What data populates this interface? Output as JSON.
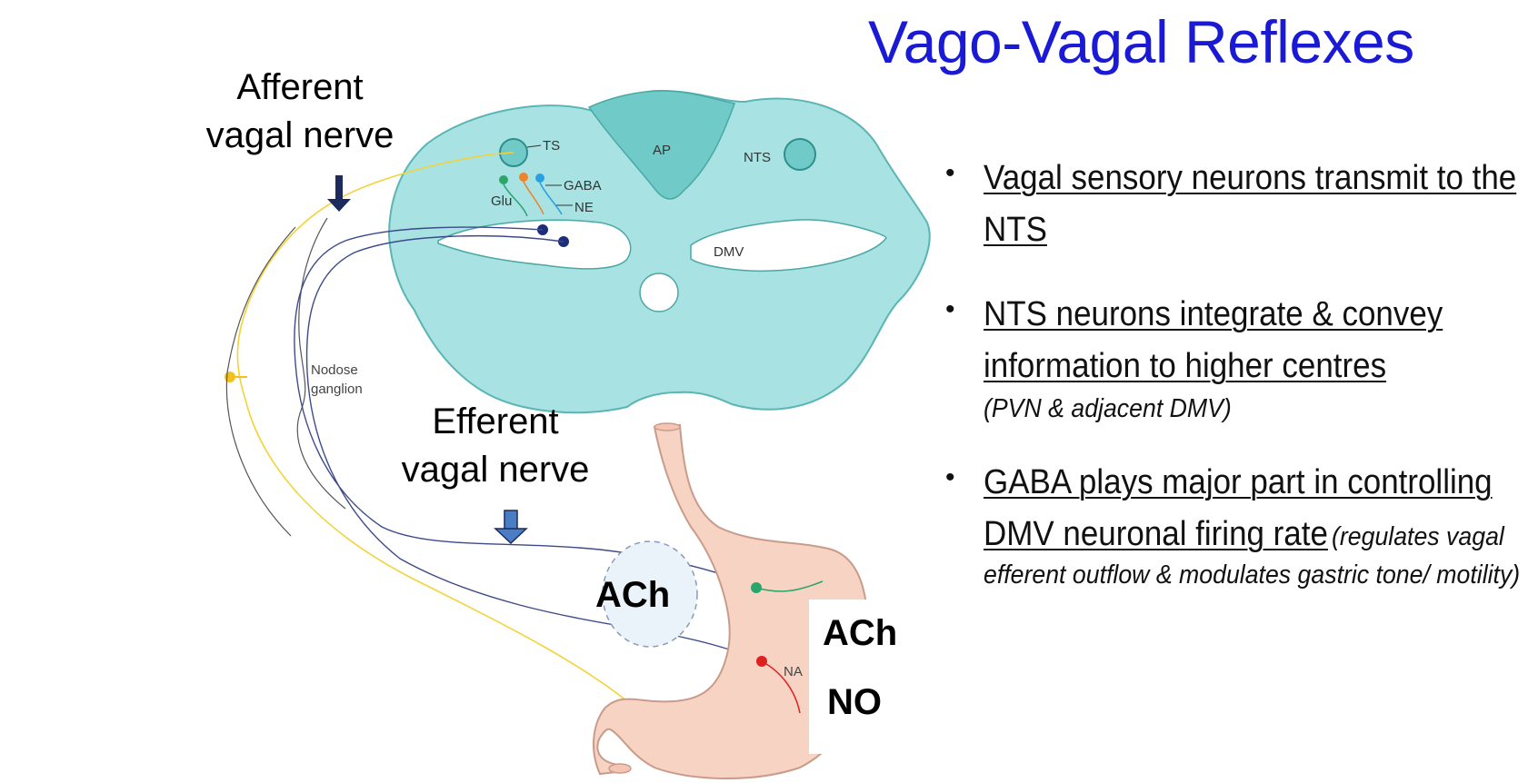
{
  "slide": {
    "title": "Vago-Vagal Reflexes",
    "labels": {
      "afferent_line1": "Afferent",
      "afferent_line2": "vagal nerve",
      "efferent_line1": "Efferent",
      "efferent_line2": "vagal nerve",
      "ach_left": "ACh",
      "ach_right": "ACh",
      "no": "NO"
    },
    "bullets": [
      {
        "text": "Vagal sensory neurons transmit to the NTS",
        "note": ""
      },
      {
        "text": "NTS neurons integrate & convey information to higher centres",
        "note": "(PVN & adjacent DMV)"
      },
      {
        "text": "GABA plays major part in controlling DMV neuronal firing rate",
        "note": "(regulates vagal efferent outflow & modulates gastric tone/ motility)"
      }
    ]
  },
  "diagram": {
    "labels": {
      "ts": "TS",
      "ap": "AP",
      "nts": "NTS",
      "gaba": "GABA",
      "glu": "Glu",
      "ne": "NE",
      "dmv": "DMV",
      "nodose_1": "Nodose",
      "nodose_2": "ganglion",
      "na": "NA"
    },
    "colors": {
      "brainstem": "#a8e2e2",
      "brainstem_stroke": "#5bb5b5",
      "ap_region": "#6fcac8",
      "stomach": "#f7d3c3",
      "stomach_stroke": "#c99b8a",
      "afferent_fiber": "#f2d33a",
      "efferent_fiber": "#3d4a8a",
      "title": "#1a1ad6",
      "glu_neuron": "#2aa66a",
      "gaba_neuron": "#f0822a",
      "ne_neuron": "#2aa0e0",
      "nitrergic_neuron": "#e02020"
    }
  }
}
